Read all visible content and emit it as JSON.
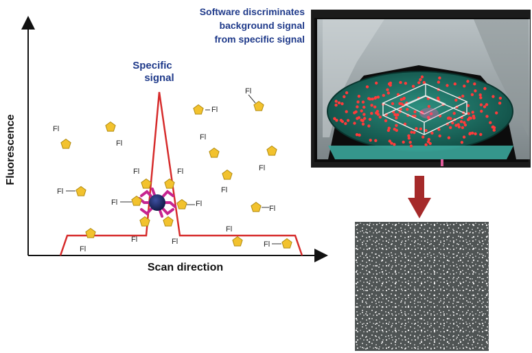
{
  "labels": {
    "software_line1": "Software discriminates",
    "software_line2": "background signal",
    "software_line3": "from specific signal",
    "specific_line1": "Specific",
    "specific_line2": "signal",
    "y_axis": "Fluorescence",
    "x_axis": "Scan direction",
    "fluor_tag": "Fl"
  },
  "colors": {
    "signal_line": "#d62b2b",
    "fluorophore": "#f2c22e",
    "fluorophore_edge": "#b08a10",
    "linker": "#c7248f",
    "bead": "#1d2a6b",
    "title_blue": "#1f3a8a",
    "arrow": "#a52a2a"
  },
  "icons": [
    "fluorophore-pentagon-icon",
    "bead-icon",
    "down-arrow-icon"
  ]
}
